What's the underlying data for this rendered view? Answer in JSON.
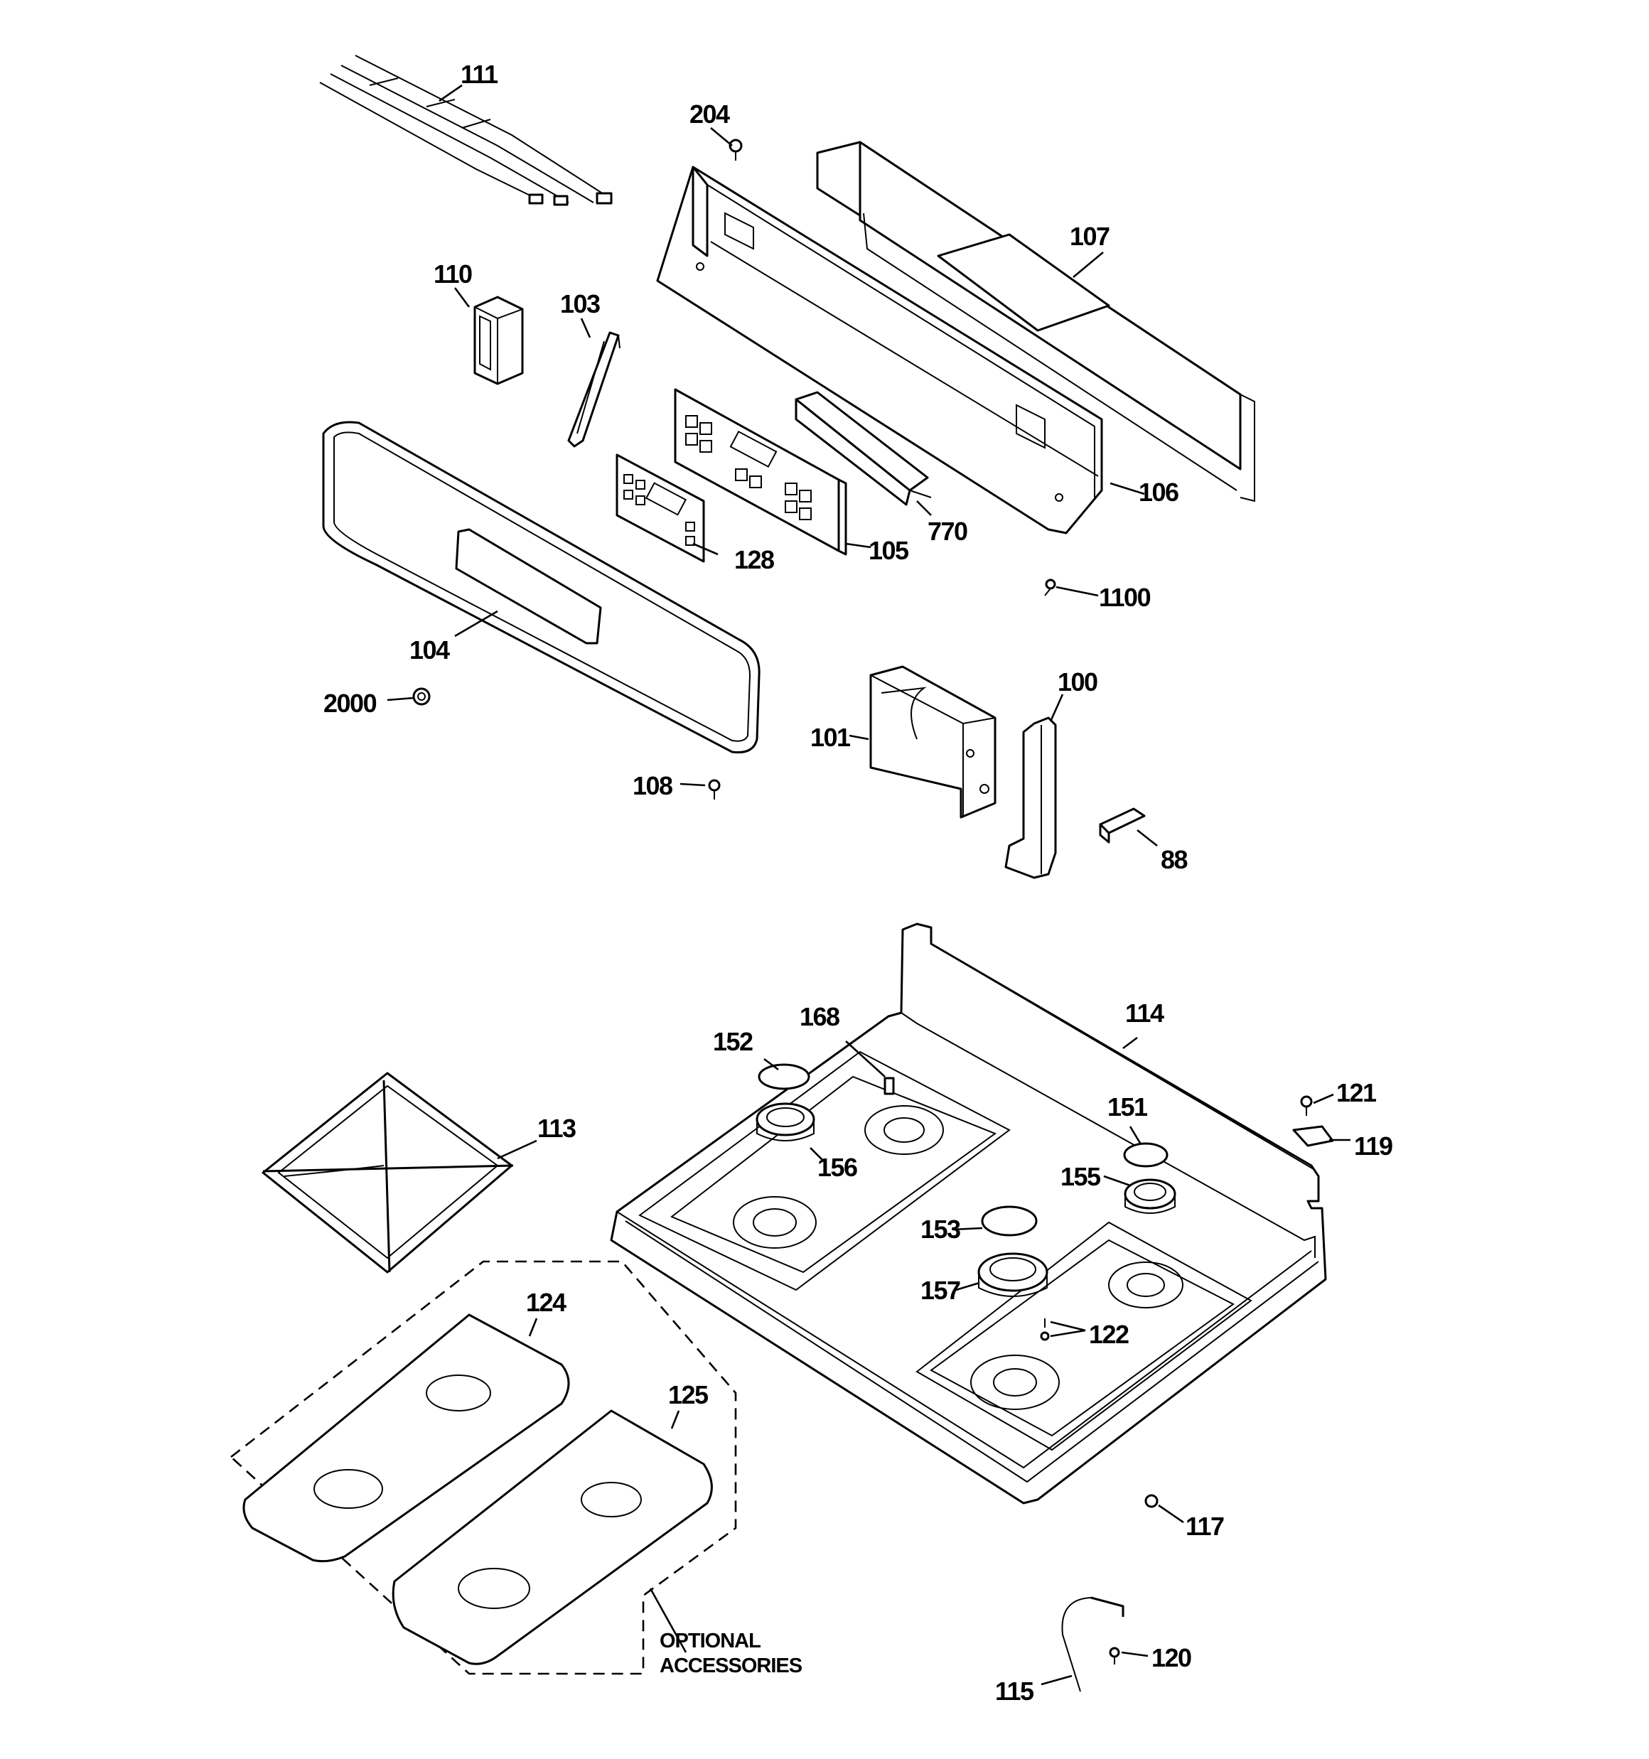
{
  "callouts": {
    "c111": "111",
    "c204": "204",
    "c107": "107",
    "c110": "110",
    "c103": "103",
    "c106": "106",
    "c770": "770",
    "c105": "105",
    "c128": "128",
    "c1100": "1100",
    "c104": "104",
    "c2000": "2000",
    "c100": "100",
    "c101": "101",
    "c108": "108",
    "c88": "88",
    "c114": "114",
    "c168": "168",
    "c152": "152",
    "c113": "113",
    "c121": "121",
    "c151": "151",
    "c119": "119",
    "c156": "156",
    "c155": "155",
    "c153": "153",
    "c157": "157",
    "c122": "122",
    "c124": "124",
    "c125": "125",
    "c117": "117",
    "c120": "120",
    "c115": "115"
  },
  "optional_note": {
    "line1": "OPTIONAL",
    "line2": "ACCESSORIES"
  },
  "colors": {
    "ink": "#000000",
    "paper": "#ffffff"
  }
}
